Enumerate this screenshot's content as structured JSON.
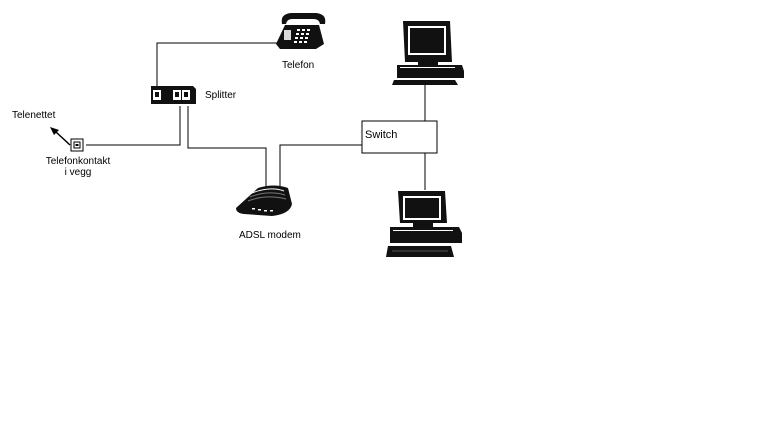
{
  "diagram": {
    "labels": {
      "telefon": "Telefon",
      "splitter": "Splitter",
      "telenettet": "Telenettet",
      "wall_jack_line1": "Telefonkontakt",
      "wall_jack_line2": "i vegg",
      "switch": "Switch",
      "modem": "ADSL modem"
    },
    "icons": {
      "phone": "telephone-icon",
      "splitter": "splitter-icon",
      "wall_jack": "wall-jack-icon",
      "modem": "modem-icon",
      "computer_top": "computer-icon",
      "computer_bottom": "computer-icon"
    }
  }
}
